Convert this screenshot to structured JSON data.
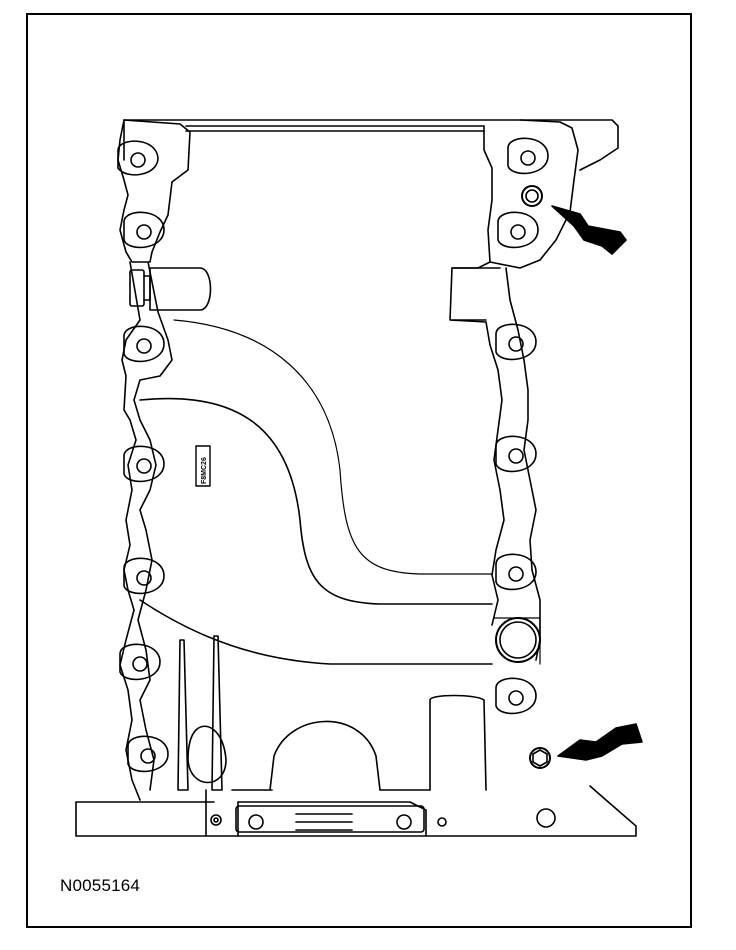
{
  "figure": {
    "id_label": "N0055164",
    "casting_stamp": "F8MC26",
    "callouts": [
      {
        "label": "upper-bolt-arrow"
      },
      {
        "label": "lower-bolt-arrow"
      }
    ]
  },
  "colors": {
    "line": "#000000",
    "background": "#ffffff"
  }
}
